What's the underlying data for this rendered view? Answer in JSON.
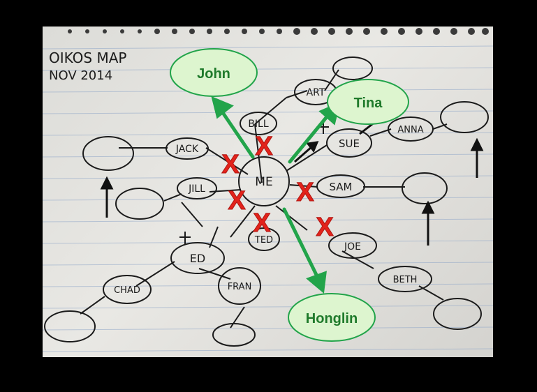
{
  "notebook": {
    "title_line1": "OIKOS MAP",
    "title_line2": "NOV 2014"
  },
  "nodes": {
    "center": "ME",
    "art": "ART",
    "bill": "BILL",
    "jack": "JACK",
    "jill": "JILL",
    "sue": "SUE",
    "anna": "ANNA",
    "sam": "SAM",
    "ted": "TED",
    "joe": "JOE",
    "beth": "BETH",
    "ed": "ED",
    "chad": "CHAD",
    "fran": "FRAN"
  },
  "annotations": {
    "john": "John",
    "tina": "Tina",
    "honglin": "Honglin",
    "strike_mark": "X"
  },
  "colors": {
    "background": "#000000",
    "paper": "#e3e2de",
    "ink": "#1b1b1b",
    "ruled_line": "#8fa6c8",
    "bubble_fill": "#ddf5cf",
    "bubble_text": "#1f7a2b",
    "arrow_green": "#22a44a",
    "x_red": "#e3231b"
  }
}
